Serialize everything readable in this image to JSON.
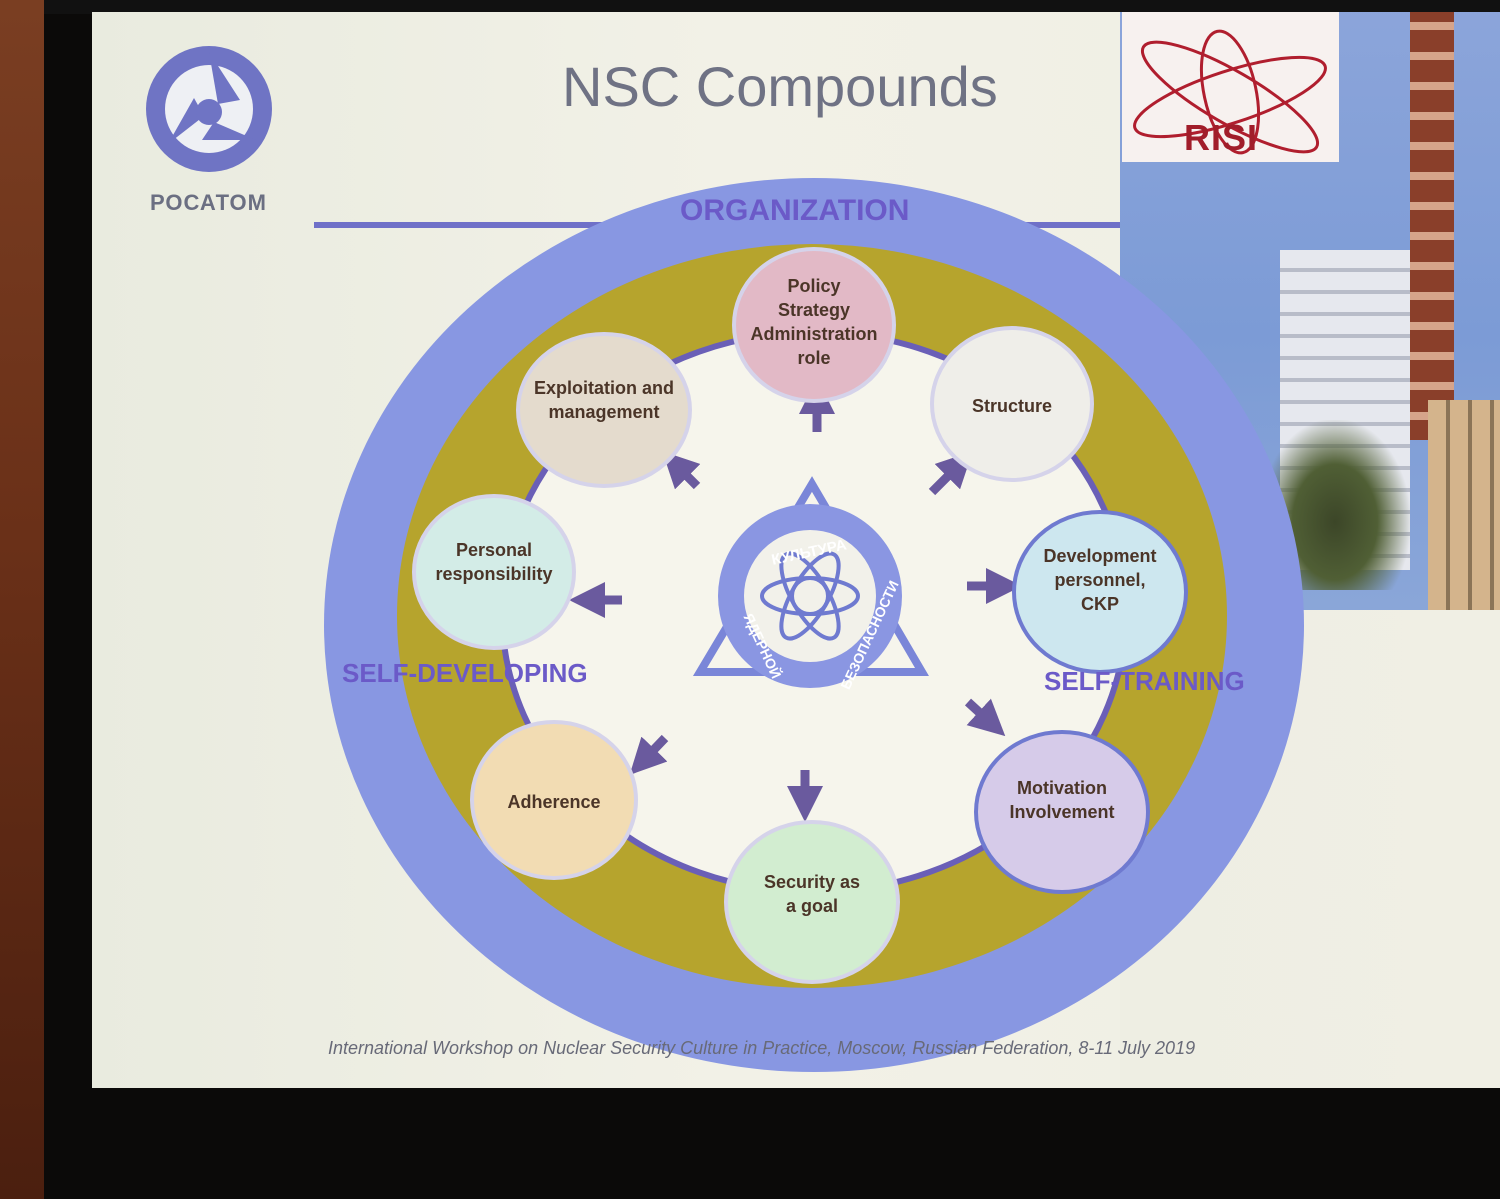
{
  "slide": {
    "title": "NSC Compounds",
    "brand_name": "РОСАТОМ",
    "partner_logo_text": "RISI",
    "footer": "International Workshop on Nuclear Security Culture in Practice, Moscow, Russian Federation, 8-11 July 2019"
  },
  "diagram": {
    "outer_label": "ORGANIZATION",
    "left_label": "SELF-DEVELOPING",
    "right_label": "SELF-TRAINING",
    "center_emblem": {
      "top_text": "КУЛЬТУРА",
      "left_text": "ЯДЕРНОЙ",
      "right_text": "БЕЗОПАСНОСТИ"
    },
    "nodes": [
      {
        "id": "policy",
        "text": "Policy\nStrategy\nAdministration\nrole",
        "color": "#e2b9c6"
      },
      {
        "id": "structure",
        "text": "Structure",
        "color": "#efeee9"
      },
      {
        "id": "development",
        "text": "Development\npersonnel,\nCKP",
        "color": "#cde7ef"
      },
      {
        "id": "motivation",
        "text": "Motivation\nInvolvement",
        "color": "#d6cbe9"
      },
      {
        "id": "security",
        "text": "Security as\na goal",
        "color": "#d2edd0"
      },
      {
        "id": "adherence",
        "text": "Adherence",
        "color": "#f2dcb3"
      },
      {
        "id": "personal",
        "text": "Personal\nresponsibility",
        "color": "#d3ece7"
      },
      {
        "id": "exploitation",
        "text": "Exploitation and\nmanagement",
        "color": "#e4dbcd"
      }
    ]
  },
  "colors": {
    "outer_ring": "#8897e2",
    "olive_ring": "#b6a42d",
    "inner": "#f6f5ec",
    "arrow": "#6a5a9e",
    "label": "#6b5ac8"
  }
}
